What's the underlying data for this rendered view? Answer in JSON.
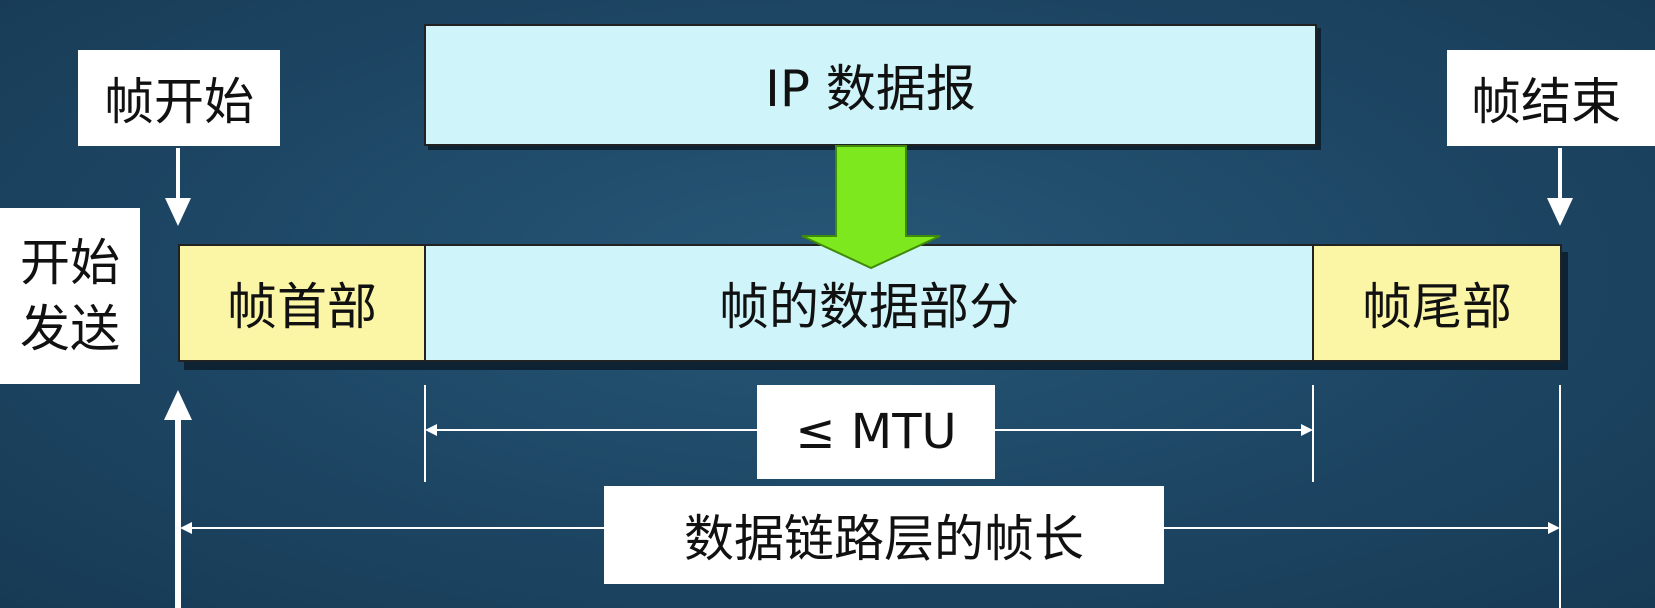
{
  "ip_datagram": "IP 数据报",
  "frame_start": "帧开始",
  "frame_end": "帧结束",
  "start_sending": [
    "开始",
    "发送"
  ],
  "frame_header": "帧首部",
  "frame_data": "帧的数据部分",
  "frame_trailer": "帧尾部",
  "mtu_label": "≤ MTU",
  "frame_length_label": "数据链路层的帧长",
  "colors": {
    "background": "#1d4664",
    "header_trailer": "#fbf5a6",
    "data_part": "#cff5fa",
    "arrow": "#7ee81f"
  }
}
